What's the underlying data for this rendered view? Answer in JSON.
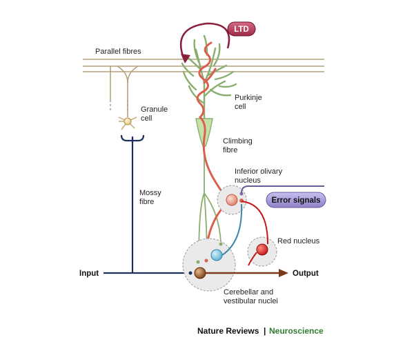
{
  "labels": {
    "ltd": "LTD",
    "parallel_fibres": "Parallel fibres",
    "purkinje_1": "Purkinje",
    "purkinje_2": "cell",
    "granule_1": "Granule",
    "granule_2": "cell",
    "climbing_1": "Climbing",
    "climbing_2": "fibre",
    "olivary_1": "Inferior olivary",
    "olivary_2": "nucleus",
    "error_signals": "Error signals",
    "mossy_1": "Mossy",
    "mossy_2": "fibre",
    "red_nucleus": "Red nucleus",
    "input": "Input",
    "output": "Output",
    "nuclei_1": "Cerebellar and",
    "nuclei_2": "vestibular nuclei"
  },
  "footer": {
    "journal": "Nature Reviews",
    "separator": "|",
    "section": "Neuroscience"
  },
  "colors": {
    "purkinje": "#8aae6e",
    "climbing": "#d9604f",
    "mossy": "#1b2f5a",
    "ltd": "#8a1f3c",
    "error": "#6a5a9a",
    "output": "#7a3a1a"
  }
}
